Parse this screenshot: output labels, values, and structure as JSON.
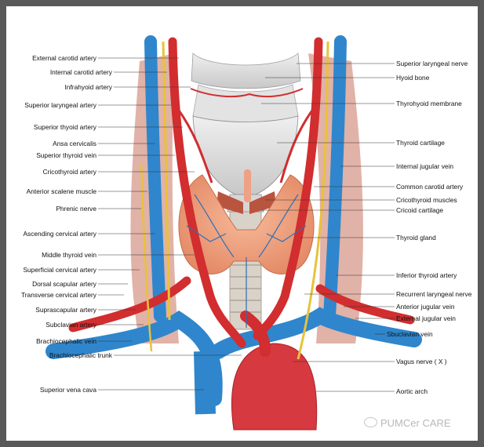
{
  "labels_left": [
    "External carotid artery",
    "Internal carotid artery",
    "Infrahyoid artery",
    "Superior laryngeal artery",
    "Superior thyoid artery",
    "Ansa cervicalis",
    "Superior thyroid vein",
    "Cricothyroid artery",
    "Anterior scalene muscle",
    "Phrenic nerve",
    "Ascending cervical artery",
    "Middle thyroid vein",
    "Superficial cervical artery",
    "Dorsal scapular artery",
    "Transverse cervical artery",
    "Suprascapular artery",
    "Subclavian artery",
    "Brachiocephalic vein",
    "Brachiocephalic trunk",
    "Superior vena cava"
  ],
  "labels_right": [
    "Superior laryngeal nerve",
    "Hyoid bone",
    "Thyrohyoid membrane",
    "Thyroid cartilage",
    "Internal jugular vein",
    "Common carotid artery",
    "Cricothyroid muscles",
    "Cricoid cartilage",
    "Thyroid gland",
    "Inferior thyroid artery",
    "Recurrent laryngeal nerve",
    "Anterior jugular vein",
    "External jugular vein",
    "Sbuclavian vein",
    "Vagus nerve ( X )",
    "Aortic arch"
  ],
  "watermark": "PUMCer CARE",
  "colors": {
    "artery": "#d22d2f",
    "vein": "#2f86cc",
    "nerve": "#e8c23a",
    "thyroid": "#f0a07e",
    "cartilage": "#dcdcdc",
    "frame": "#595959"
  }
}
